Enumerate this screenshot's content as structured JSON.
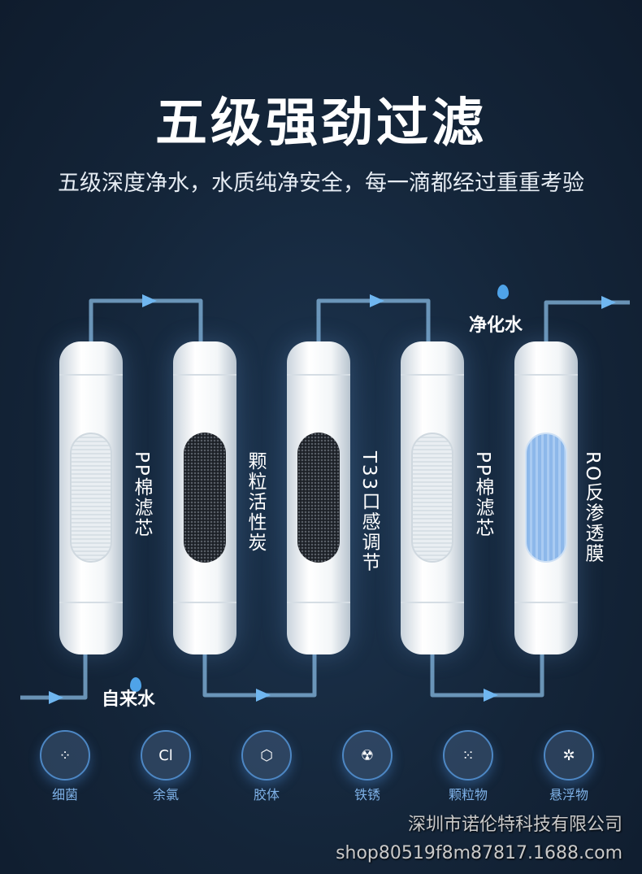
{
  "title": "五级强劲过滤",
  "subtitle": "五级深度净水，水质纯净安全，每一滴都经过重重考验",
  "filters": [
    {
      "label": "PP棉滤芯",
      "type": "pp"
    },
    {
      "label": "颗粒活性炭",
      "type": "carbon"
    },
    {
      "label": "T33口感调节",
      "type": "carbon"
    },
    {
      "label": "PP棉滤芯",
      "type": "pp"
    },
    {
      "label": "RO反渗透膜",
      "type": "ro"
    }
  ],
  "inlet_label": "自来水",
  "outlet_label": "净化水",
  "contaminants": [
    {
      "label": "细菌",
      "icon": "dots-icon"
    },
    {
      "label": "余氯",
      "icon": "chlorine-icon"
    },
    {
      "label": "胶体",
      "icon": "hexagon-icon"
    },
    {
      "label": "铁锈",
      "icon": "radiation-icon"
    },
    {
      "label": "颗粒物",
      "icon": "particles-icon"
    },
    {
      "label": "悬浮物",
      "icon": "molecule-icon"
    }
  ],
  "watermark": {
    "company": "深圳市诺伦特科技有限公司",
    "url": "shop80519f8m87817.1688.com"
  },
  "colors": {
    "background": "#142539",
    "pipe": "#8fc3ec",
    "accent": "#7fb2e8"
  }
}
